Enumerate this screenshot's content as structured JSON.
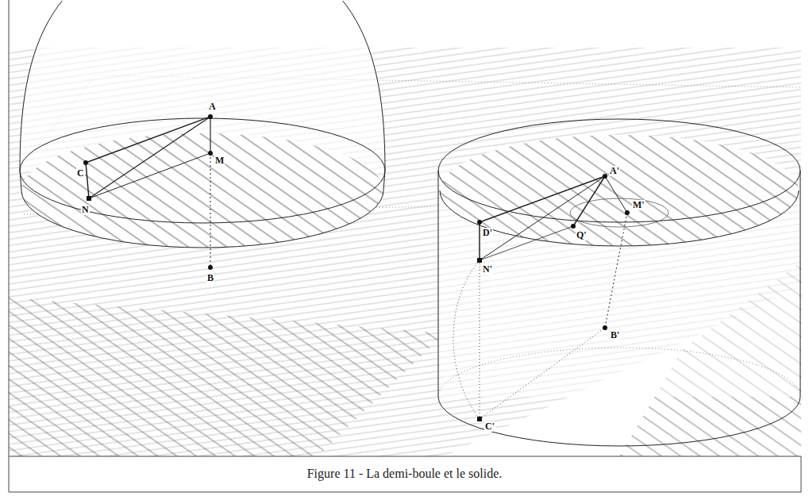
{
  "diagram": {
    "caption": "Figure 11 - La demi-boule et le solide.",
    "labels": [
      "A",
      "C",
      "M",
      "N",
      "B",
      "A'",
      "D'",
      "M'",
      "Q'",
      "N'",
      "B'",
      "C'"
    ]
  }
}
